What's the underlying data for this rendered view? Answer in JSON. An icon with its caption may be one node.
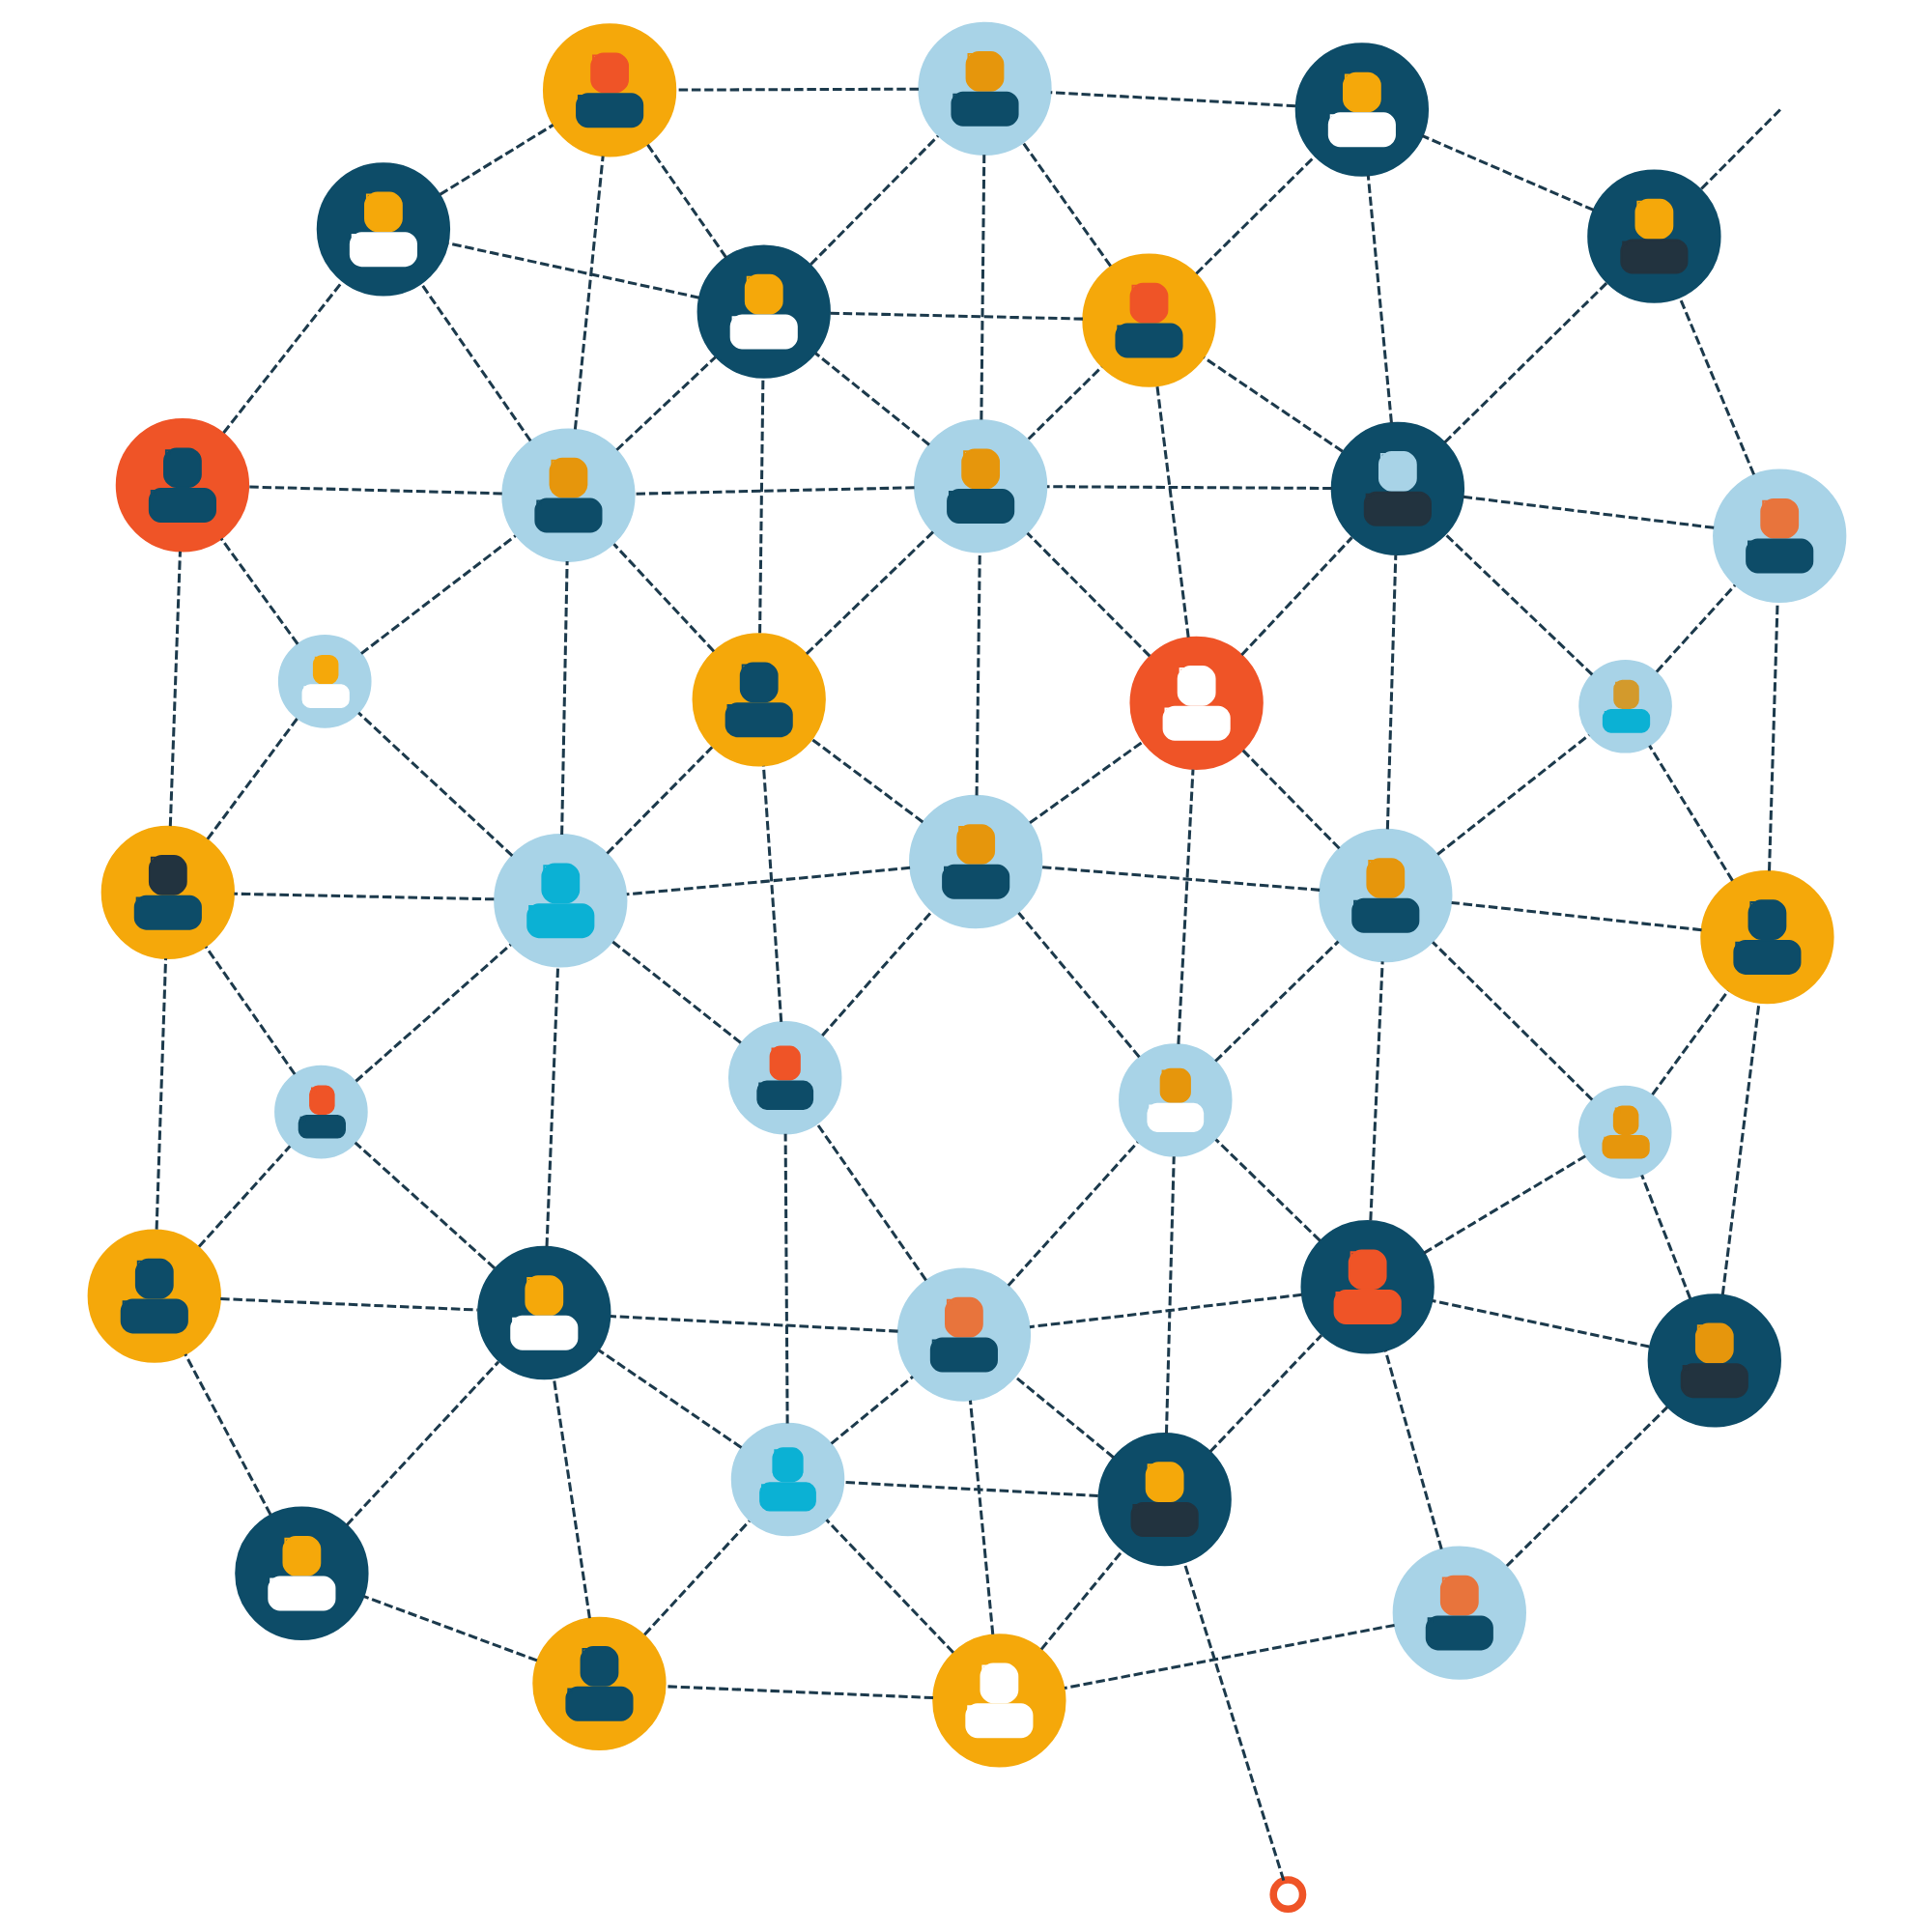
{
  "diagram": {
    "nodes": [
      {
        "text": [],
        "shape": "person"
      },
      {
        "text": [],
        "shape": "person"
      },
      {
        "text": [],
        "shape": "person"
      },
      {
        "text": [],
        "shape": "circle"
      },
      {
        "text": [],
        "shape": "person"
      },
      {
        "text": [],
        "shape": "person"
      },
      {
        "text": [],
        "shape": "person"
      },
      {
        "text": [],
        "shape": "person"
      },
      {
        "text": [],
        "shape": "person"
      },
      {
        "text": [],
        "shape": "person"
      },
      {
        "text": [],
        "shape": "person"
      },
      {
        "text": [],
        "shape": "person"
      },
      {
        "text": [],
        "shape": "person"
      },
      {
        "text": [],
        "shape": "person"
      },
      {
        "text": [],
        "shape": "person"
      },
      {
        "text": [],
        "shape": "person"
      },
      {
        "text": [],
        "shape": "person"
      },
      {
        "text": [],
        "shape": "person"
      },
      {
        "text": [],
        "shape": "person"
      },
      {
        "text": [],
        "shape": "person"
      },
      {
        "text": [],
        "shape": "person"
      },
      {
        "text": [],
        "shape": "person"
      },
      {
        "text": [],
        "shape": "person"
      },
      {
        "text": [],
        "shape": "person"
      },
      {
        "text": [],
        "shape": "person"
      },
      {
        "text": [],
        "shape": "person"
      },
      {
        "text": [],
        "shape": "person"
      },
      {
        "text": [],
        "shape": "person"
      },
      {
        "text": [],
        "shape": "person"
      },
      {
        "text": [],
        "shape": "person"
      },
      {
        "text": [],
        "shape": "person"
      },
      {
        "text": [],
        "shape": "person"
      },
      {
        "text": [],
        "shape": "person"
      },
      {
        "text": [],
        "shape": "person"
      },
      {
        "text": [],
        "shape": "person"
      },
      {
        "text": [],
        "shape": "person"
      },
      {
        "text": [],
        "shape": "person"
      }
    ],
    "edges": [
      {
        "from": 0,
        "to": 1,
        "arrow": "none",
        "style": "dashed"
      },
      {
        "from": 0,
        "to": 5,
        "arrow": "none",
        "style": "dashed"
      },
      {
        "from": 0,
        "to": 9,
        "arrow": "none",
        "style": "dashed"
      },
      {
        "from": 1,
        "to": 2,
        "arrow": "none",
        "style": "dashed"
      },
      {
        "from": 1,
        "to": 6,
        "arrow": "none",
        "style": "dashed"
      },
      {
        "from": 1,
        "to": 7,
        "arrow": "none",
        "style": "dashed"
      },
      {
        "from": 1,
        "to": 10,
        "arrow": "none",
        "style": "dashed"
      },
      {
        "from": 2,
        "to": 7,
        "arrow": "none",
        "style": "dashed"
      },
      {
        "from": 2,
        "to": 11,
        "arrow": "none",
        "style": "dashed"
      },
      {
        "from": 2,
        "to": 4,
        "arrow": "none",
        "style": "dashed"
      },
      {
        "from": 3,
        "to": 6,
        "arrow": "none",
        "style": "dashed"
      },
      {
        "from": 4,
        "to": 11,
        "arrow": "none",
        "style": "dashed"
      },
      {
        "from": 4,
        "to": 8,
        "arrow": "none",
        "style": "dashed"
      },
      {
        "from": 5,
        "to": 9,
        "arrow": "none",
        "style": "dashed"
      },
      {
        "from": 5,
        "to": 12,
        "arrow": "none",
        "style": "dashed"
      },
      {
        "from": 5,
        "to": 16,
        "arrow": "none",
        "style": "dashed"
      },
      {
        "from": 6,
        "to": 7,
        "arrow": "none",
        "style": "dashed"
      },
      {
        "from": 6,
        "to": 9,
        "arrow": "none",
        "style": "dashed"
      },
      {
        "from": 6,
        "to": 10,
        "arrow": "none",
        "style": "dashed"
      },
      {
        "from": 6,
        "to": 13,
        "arrow": "none",
        "style": "dashed"
      },
      {
        "from": 7,
        "to": 10,
        "arrow": "none",
        "style": "dashed"
      },
      {
        "from": 7,
        "to": 11,
        "arrow": "none",
        "style": "dashed"
      },
      {
        "from": 7,
        "to": 14,
        "arrow": "none",
        "style": "dashed"
      },
      {
        "from": 8,
        "to": 11,
        "arrow": "none",
        "style": "dashed"
      },
      {
        "from": 8,
        "to": 15,
        "arrow": "none",
        "style": "dashed"
      },
      {
        "from": 8,
        "to": 20,
        "arrow": "none",
        "style": "dashed"
      },
      {
        "from": 9,
        "to": 10,
        "arrow": "none",
        "style": "dashed"
      },
      {
        "from": 9,
        "to": 12,
        "arrow": "none",
        "style": "dashed"
      },
      {
        "from": 9,
        "to": 13,
        "arrow": "none",
        "style": "dashed"
      },
      {
        "from": 9,
        "to": 17,
        "arrow": "none",
        "style": "dashed"
      },
      {
        "from": 10,
        "to": 13,
        "arrow": "none",
        "style": "dashed"
      },
      {
        "from": 10,
        "to": 11,
        "arrow": "none",
        "style": "dashed"
      },
      {
        "from": 10,
        "to": 14,
        "arrow": "none",
        "style": "dashed"
      },
      {
        "from": 11,
        "to": 15,
        "arrow": "none",
        "style": "dashed"
      },
      {
        "from": 11,
        "to": 19,
        "arrow": "none",
        "style": "dashed"
      },
      {
        "from": 12,
        "to": 16,
        "arrow": "none",
        "style": "dashed"
      },
      {
        "from": 12,
        "to": 17,
        "arrow": "none",
        "style": "dashed"
      },
      {
        "from": 13,
        "to": 17,
        "arrow": "none",
        "style": "dashed"
      },
      {
        "from": 13,
        "to": 18,
        "arrow": "none",
        "style": "dashed"
      },
      {
        "from": 13,
        "to": 22,
        "arrow": "none",
        "style": "dashed"
      },
      {
        "from": 14,
        "to": 18,
        "arrow": "none",
        "style": "dashed"
      },
      {
        "from": 14,
        "to": 19,
        "arrow": "none",
        "style": "dashed"
      },
      {
        "from": 14,
        "to": 23,
        "arrow": "none",
        "style": "dashed"
      },
      {
        "from": 15,
        "to": 19,
        "arrow": "none",
        "style": "dashed"
      },
      {
        "from": 15,
        "to": 20,
        "arrow": "none",
        "style": "dashed"
      },
      {
        "from": 16,
        "to": 17,
        "arrow": "none",
        "style": "dashed"
      },
      {
        "from": 16,
        "to": 21,
        "arrow": "none",
        "style": "dashed"
      },
      {
        "from": 16,
        "to": 25,
        "arrow": "none",
        "style": "dashed"
      },
      {
        "from": 17,
        "to": 18,
        "arrow": "none",
        "style": "dashed"
      },
      {
        "from": 17,
        "to": 21,
        "arrow": "none",
        "style": "dashed"
      },
      {
        "from": 17,
        "to": 22,
        "arrow": "none",
        "style": "dashed"
      },
      {
        "from": 17,
        "to": 26,
        "arrow": "none",
        "style": "dashed"
      },
      {
        "from": 18,
        "to": 19,
        "arrow": "none",
        "style": "dashed"
      },
      {
        "from": 18,
        "to": 22,
        "arrow": "none",
        "style": "dashed"
      },
      {
        "from": 18,
        "to": 23,
        "arrow": "none",
        "style": "dashed"
      },
      {
        "from": 18,
        "to": 27,
        "arrow": "none",
        "style": "dashed"
      },
      {
        "from": 19,
        "to": 20,
        "arrow": "none",
        "style": "dashed"
      },
      {
        "from": 19,
        "to": 23,
        "arrow": "none",
        "style": "dashed"
      },
      {
        "from": 19,
        "to": 24,
        "arrow": "none",
        "style": "dashed"
      },
      {
        "from": 19,
        "to": 28,
        "arrow": "none",
        "style": "dashed"
      },
      {
        "from": 20,
        "to": 24,
        "arrow": "none",
        "style": "dashed"
      },
      {
        "from": 20,
        "to": 29,
        "arrow": "none",
        "style": "dashed"
      },
      {
        "from": 21,
        "to": 25,
        "arrow": "none",
        "style": "dashed"
      },
      {
        "from": 21,
        "to": 26,
        "arrow": "none",
        "style": "dashed"
      },
      {
        "from": 22,
        "to": 26,
        "arrow": "none",
        "style": "dashed"
      },
      {
        "from": 22,
        "to": 27,
        "arrow": "none",
        "style": "dashed"
      },
      {
        "from": 22,
        "to": 31,
        "arrow": "none",
        "style": "dashed"
      },
      {
        "from": 23,
        "to": 27,
        "arrow": "none",
        "style": "dashed"
      },
      {
        "from": 23,
        "to": 28,
        "arrow": "none",
        "style": "dashed"
      },
      {
        "from": 23,
        "to": 32,
        "arrow": "none",
        "style": "dashed"
      },
      {
        "from": 24,
        "to": 28,
        "arrow": "none",
        "style": "dashed"
      },
      {
        "from": 24,
        "to": 29,
        "arrow": "none",
        "style": "dashed"
      },
      {
        "from": 25,
        "to": 26,
        "arrow": "none",
        "style": "dashed"
      },
      {
        "from": 25,
        "to": 30,
        "arrow": "none",
        "style": "dashed"
      },
      {
        "from": 26,
        "to": 27,
        "arrow": "none",
        "style": "dashed"
      },
      {
        "from": 26,
        "to": 30,
        "arrow": "none",
        "style": "dashed"
      },
      {
        "from": 26,
        "to": 31,
        "arrow": "none",
        "style": "dashed"
      },
      {
        "from": 26,
        "to": 34,
        "arrow": "none",
        "style": "dashed"
      },
      {
        "from": 27,
        "to": 28,
        "arrow": "none",
        "style": "dashed"
      },
      {
        "from": 27,
        "to": 31,
        "arrow": "none",
        "style": "dashed"
      },
      {
        "from": 27,
        "to": 32,
        "arrow": "none",
        "style": "dashed"
      },
      {
        "from": 27,
        "to": 35,
        "arrow": "none",
        "style": "dashed"
      },
      {
        "from": 28,
        "to": 29,
        "arrow": "none",
        "style": "dashed"
      },
      {
        "from": 28,
        "to": 32,
        "arrow": "none",
        "style": "dashed"
      },
      {
        "from": 28,
        "to": 33,
        "arrow": "none",
        "style": "dashed"
      },
      {
        "from": 28,
        "to": 36,
        "arrow": "none",
        "style": "dashed"
      },
      {
        "from": 29,
        "to": 33,
        "arrow": "none",
        "style": "dashed"
      },
      {
        "from": 30,
        "to": null,
        "arrow": "none",
        "style": "dashed"
      },
      {
        "from": 30,
        "to": 34,
        "arrow": "none",
        "style": "dashed"
      },
      {
        "from": 31,
        "to": 32,
        "arrow": "none",
        "style": "dashed"
      },
      {
        "from": 31,
        "to": 34,
        "arrow": "none",
        "style": "dashed"
      },
      {
        "from": 31,
        "to": 35,
        "arrow": "none",
        "style": "dashed"
      },
      {
        "from": 32,
        "to": 33,
        "arrow": "none",
        "style": "dashed"
      },
      {
        "from": 32,
        "to": 35,
        "arrow": "none",
        "style": "dashed"
      },
      {
        "from": 32,
        "to": 36,
        "arrow": "none",
        "style": "dashed"
      },
      {
        "from": 33,
        "to": 36,
        "arrow": "none",
        "style": "dashed"
      },
      {
        "from": 34,
        "to": 35,
        "arrow": "none",
        "style": "dashed"
      },
      {
        "from": 35,
        "to": 36,
        "arrow": "none",
        "style": "dashed"
      }
    ]
  }
}
